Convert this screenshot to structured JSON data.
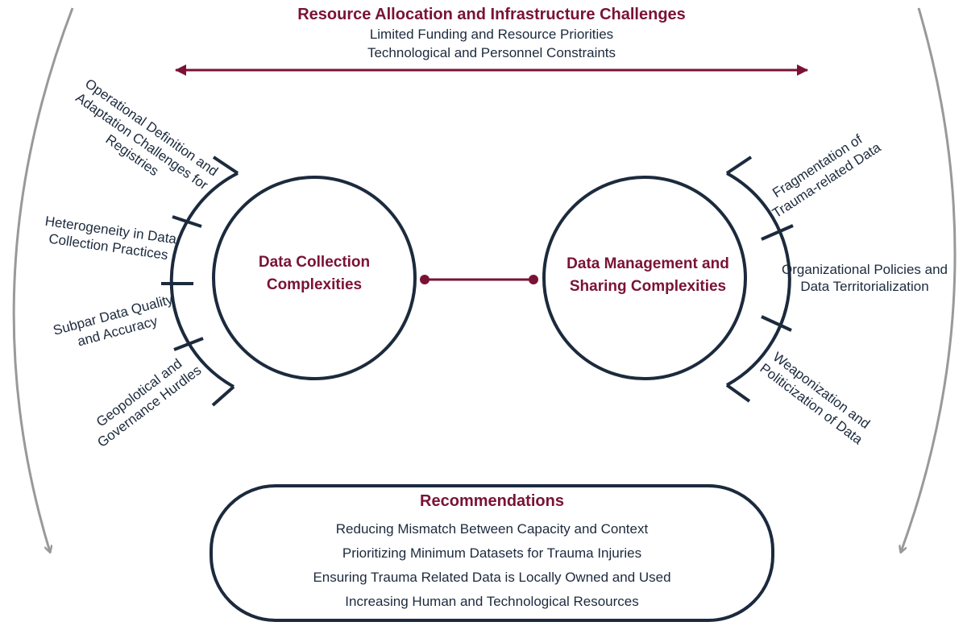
{
  "top": {
    "title": "Resource Allocation and Infrastructure Challenges",
    "lines": [
      "Limited Funding and Resource Priorities",
      "Technological and Personnel Constraints"
    ]
  },
  "left_hub": {
    "title": [
      "Data Collection",
      "Complexities"
    ],
    "items": [
      [
        "Operational Definition and",
        "Adaptation Challenges for",
        "Registries"
      ],
      [
        "Heterogeneity in Data",
        "Collection Practices"
      ],
      [
        "Subpar Data Quality",
        "and Accuracy"
      ],
      [
        "Geopolotical and",
        "Governance Hurdles"
      ]
    ]
  },
  "right_hub": {
    "title": [
      "Data Management and",
      "Sharing Complexities"
    ],
    "items": [
      [
        "Fragmentation of",
        "Trauma-related Data"
      ],
      [
        "Organizational Policies and",
        "Data Territorialization"
      ],
      [
        "Weaponization and",
        "Politicization of Data"
      ]
    ]
  },
  "recommendations": {
    "title": "Recommendations",
    "items": [
      "Reducing Mismatch Between Capacity and Context",
      "Prioritizing Minimum Datasets for Trauma Injuries",
      "Ensuring Trauma Related Data is Locally Owned and Used",
      "Increasing Human  and Technological Resources"
    ]
  },
  "colors": {
    "accent": "#7a1236",
    "navy": "#1c2a3d",
    "gray": "#999999"
  }
}
